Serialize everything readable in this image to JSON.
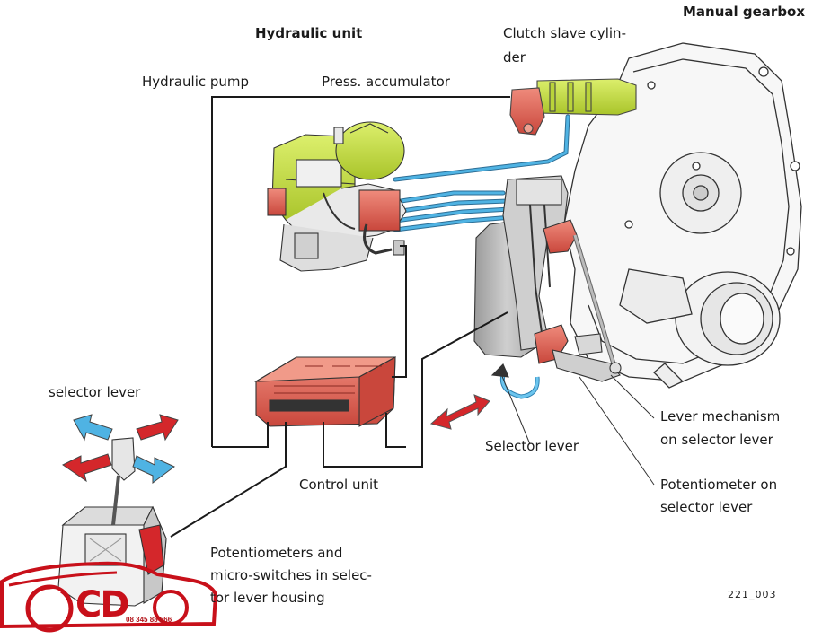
{
  "labels": {
    "gearbox": "Manual gearbox",
    "hydraulic_unit": "Hydraulic unit",
    "clutch_slave_1": "Clutch slave cylin-",
    "clutch_slave_2": "der",
    "hydraulic_pump": "Hydraulic pump",
    "press_accumulator": "Press. accumulator",
    "selector_lever_top": "selector lever",
    "lever_mech_1": "Lever mechanism",
    "lever_mech_2": "on selector lever",
    "selector_lever": "Selector lever",
    "potentiometer_1": "Potentiometer on",
    "potentiometer_2": "selector lever",
    "control_unit": "Control unit",
    "pots_1": "Potentiometers and",
    "pots_2": "micro-switches in selec-",
    "pots_3": "tor lever housing",
    "figure_code": "221_003"
  },
  "watermark": {
    "letters": "CD",
    "phone": "08 345 88 666"
  },
  "colors": {
    "hydraulic_line": "#3f9fd3",
    "actuator_green": "#c4df3a",
    "actuator_red": "#e2675b",
    "arrow_red": "#d4272b",
    "arrow_blue": "#4fb3e3",
    "housing_gray": "#b3b3b3",
    "logo_red": "#c8101a"
  }
}
